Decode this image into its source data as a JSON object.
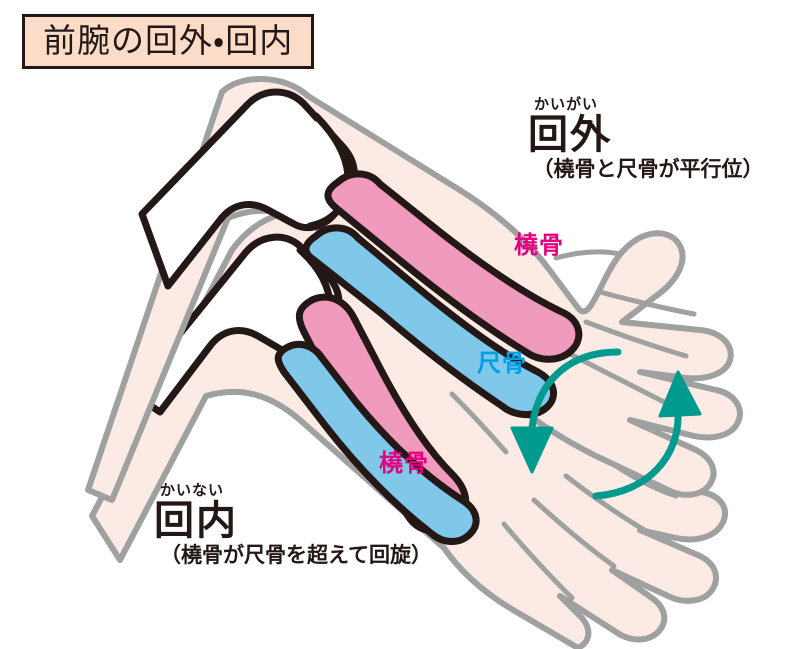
{
  "title": {
    "text": "前腕の回外・回内"
  },
  "terms": {
    "supination": {
      "furigana": "かいがい",
      "main": "回外",
      "note": "（橈骨と尺骨が平行位）"
    },
    "pronation": {
      "furigana": "かいない",
      "main": "回内",
      "note": "（橈骨が尺骨を超えて回旋）"
    }
  },
  "bone_labels": {
    "radius_supination": "橈骨",
    "ulna_supination": "尺骨",
    "radius_pronation": "橈骨"
  },
  "colors": {
    "title_box_fill": "#fadcc8",
    "title_box_border": "#231815",
    "text": "#231815",
    "skin_fill": "#fceae4",
    "skin_outline": "#9fa0a0",
    "bone_outline": "#231815",
    "humerus_fill": "#ffffff",
    "radius_fill": "#f09bbd",
    "ulna_fill": "#7fc8ea",
    "radius_label": "#e4007f",
    "ulna_label": "#00a0e9",
    "arrow": "#009a8e",
    "background": "#ffffff"
  },
  "icons": {
    "rotation_arrow_down": "arrow-curved-down-icon",
    "rotation_arrow_up": "arrow-curved-up-icon"
  }
}
